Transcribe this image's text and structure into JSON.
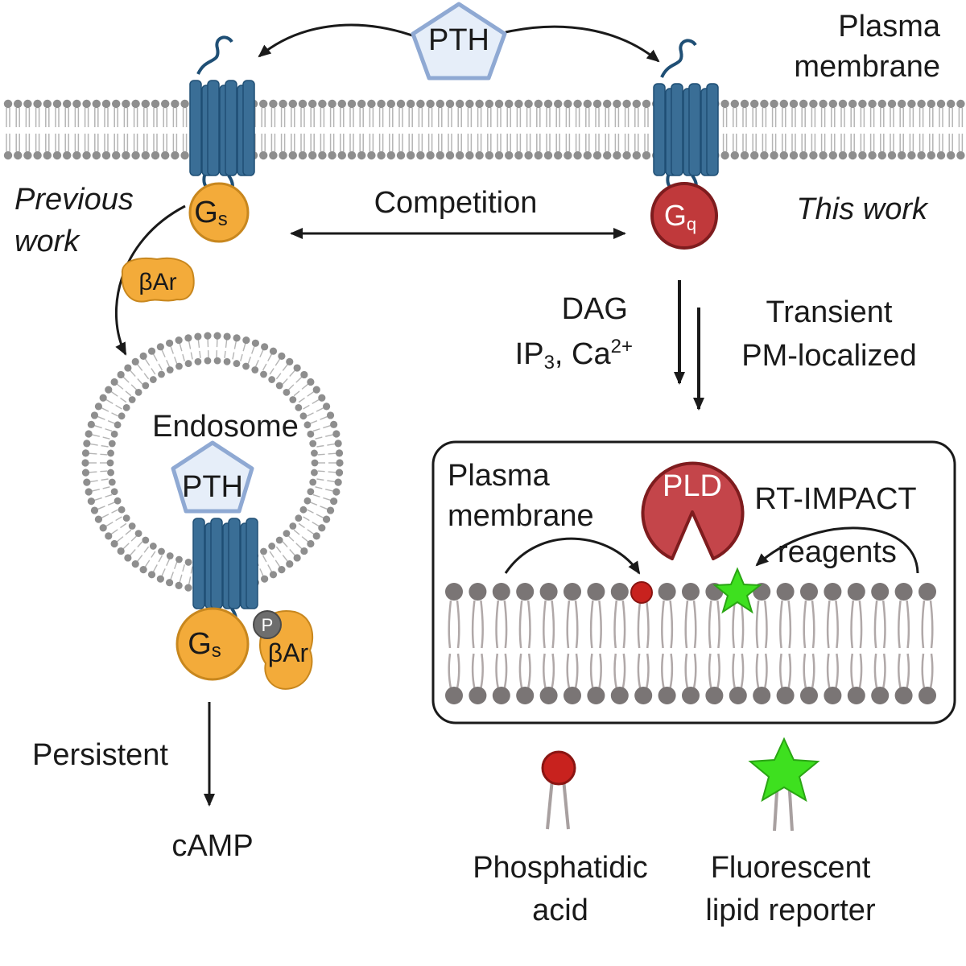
{
  "labels": {
    "pth_top": "PTH",
    "pth_endosome": "PTH",
    "plasma_membrane_top_line1": "Plasma",
    "plasma_membrane_top_line2": "membrane",
    "previous_work_line1": "Previous",
    "previous_work_line2": "work",
    "this_work": "This work",
    "competition": "Competition",
    "gs_top": "G",
    "gs_top_sub": "s",
    "gq": "G",
    "gq_sub": "q",
    "barr_free": "βAr",
    "barr_bound": "βAr",
    "phospho": "P",
    "endosome": "Endosome",
    "gs_endo": "G",
    "gs_endo_sub": "s",
    "persistent": "Persistent",
    "camp": "cAMP",
    "dag": "DAG",
    "ip3_ca_prefix": "IP",
    "ip3_sub": "3",
    "ip3_ca_mid": ", Ca",
    "ca_sup": "2+",
    "transient_line1": "Transient",
    "transient_line2": "PM-localized",
    "box_pm_line1": "Plasma",
    "box_pm_line2": "membrane",
    "pld": "PLD",
    "rt_impact": "RT-IMPACT",
    "reagents": "reagents",
    "legend_pa_line1": "Phosphatidic",
    "legend_pa_line2": "acid",
    "legend_flr_line1": "Fluorescent",
    "legend_flr_line2": "lipid reporter"
  },
  "colors": {
    "receptor": "#3a6e96",
    "receptor_dark": "#1f4f75",
    "gs": "#f3ab3a",
    "gs_stroke": "#c8871e",
    "gq": "#c0393b",
    "gq_stroke": "#7e1c1e",
    "pth_fill": "#e6eef9",
    "pth_stroke": "#8fa9d3",
    "lipid_head": "#8e8e8e",
    "box_lipid_head": "#7a7575",
    "phosphatidic_acid": "#c8221e",
    "reporter": "#3ee01f",
    "text": "#1a1a1a"
  },
  "icons": [
    "pth-pentagon-icon",
    "gpcr-receptor-icon",
    "phospho-p-icon",
    "star-reporter-icon",
    "phosphatidic-acid-icon"
  ]
}
